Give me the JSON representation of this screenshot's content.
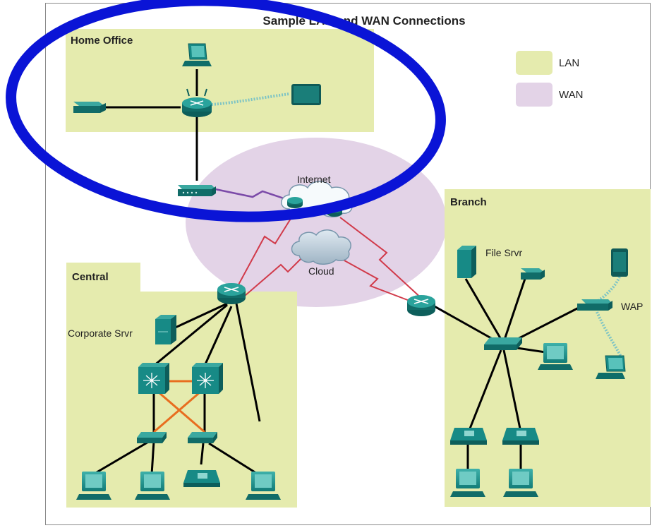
{
  "title": "Sample LAN and WAN Connections",
  "legend": {
    "lan_label": "LAN",
    "wan_label": "WAN"
  },
  "zones": {
    "home_office": "Home Office",
    "branch": "Branch",
    "central": "Central"
  },
  "clouds": {
    "internet": "Internet",
    "cloud": "Cloud"
  },
  "device_labels": {
    "file_server": "File Srvr",
    "wap": "WAP",
    "corporate_server": "Corporate Srvr"
  },
  "colors": {
    "lan": "#e5ebae",
    "wan": "#e3d3e7",
    "device": "#178a86",
    "device_dark": "#0d5e5b",
    "wan_link": "#d13a4a",
    "home_wan_link": "#7b4aa8",
    "cross_link": "#e86d1f",
    "wireless": "#7ec4c4",
    "highlight": "#0a14d6"
  }
}
